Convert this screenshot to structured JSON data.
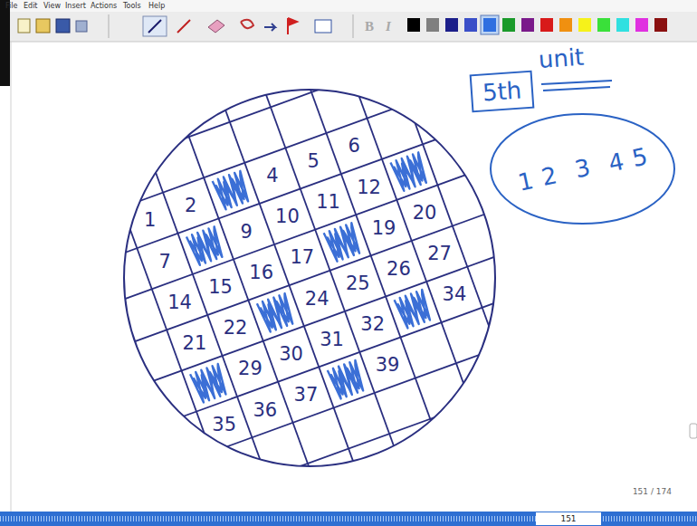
{
  "diagram": {
    "nodes": [
      {
        "text": [
          "5th",
          "unit"
        ]
      },
      {
        "text": [
          "1",
          "2",
          "4",
          "5"
        ]
      },
      {
        "text": [
          "3"
        ],
        "in": 1
      }
    ],
    "labels": [
      "File",
      "Edit",
      "View",
      "Insert",
      "Actions",
      "Tools",
      "Help",
      "B",
      "I",
      "1",
      "2",
      "4",
      "5",
      "6",
      "7",
      "9",
      "10",
      "11",
      "12",
      "14",
      "15",
      "16",
      "17",
      "19",
      "20",
      "21",
      "22",
      "24",
      "25",
      "26",
      "27",
      "29",
      "30",
      "31",
      "32",
      "34",
      "35",
      "36",
      "37",
      "39",
      "151 / 174",
      "151"
    ]
  }
}
